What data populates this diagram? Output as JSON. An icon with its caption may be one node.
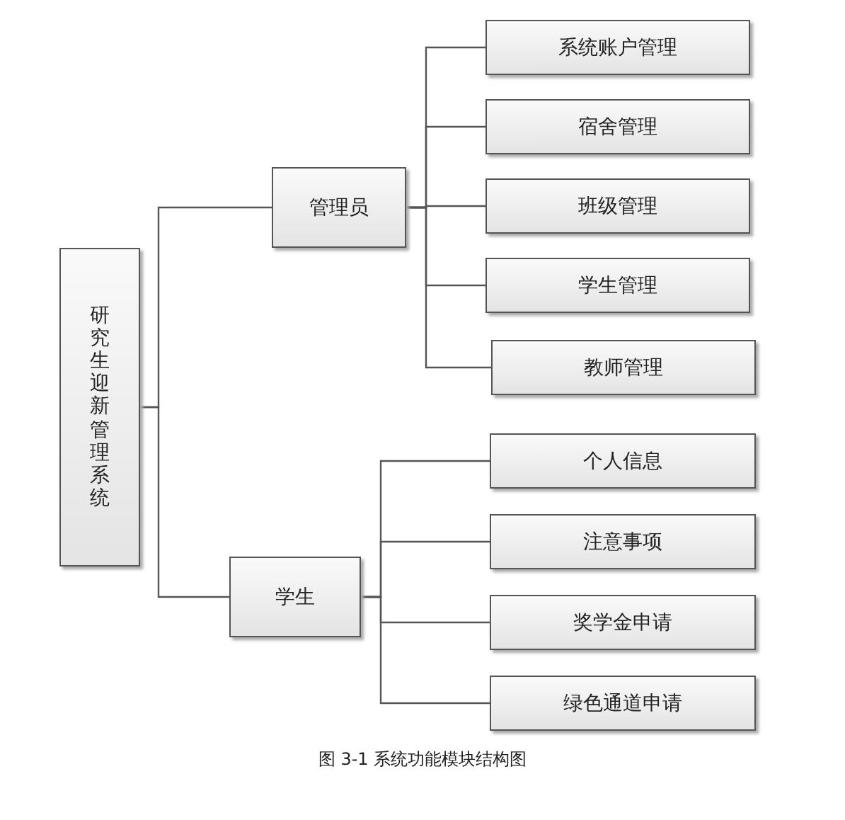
{
  "diagram": {
    "caption": "图 3-1 系统功能模块结构图",
    "nodes": [
      {
        "text": [
          "研究生迎新管理系统"
        ]
      },
      {
        "text": [
          "管理员"
        ]
      },
      {
        "text": [
          "学生"
        ]
      },
      {
        "text": [
          "系统账户管理"
        ]
      },
      {
        "text": [
          "宿舍管理"
        ]
      },
      {
        "text": [
          "班级管理"
        ]
      },
      {
        "text": [
          "学生管理"
        ]
      },
      {
        "text": [
          "教师管理"
        ]
      },
      {
        "text": [
          "个人信息"
        ]
      },
      {
        "text": [
          "注意事项"
        ]
      },
      {
        "text": [
          "奖学金申请"
        ]
      },
      {
        "text": [
          "绿色通道申请"
        ]
      }
    ],
    "edges": [
      {
        "from": 0,
        "to": 1,
        "arrow": "none"
      },
      {
        "from": 0,
        "to": 2,
        "arrow": "none"
      },
      {
        "from": 1,
        "to": 3,
        "arrow": "none"
      },
      {
        "from": 1,
        "to": 4,
        "arrow": "none"
      },
      {
        "from": 1,
        "to": 5,
        "arrow": "none"
      },
      {
        "from": 1,
        "to": 6,
        "arrow": "none"
      },
      {
        "from": 1,
        "to": 7,
        "arrow": "none"
      },
      {
        "from": 2,
        "to": 8,
        "arrow": "none"
      },
      {
        "from": 2,
        "to": 9,
        "arrow": "none"
      },
      {
        "from": 2,
        "to": 10,
        "arrow": "none"
      },
      {
        "from": 2,
        "to": 11,
        "arrow": "none"
      }
    ]
  }
}
